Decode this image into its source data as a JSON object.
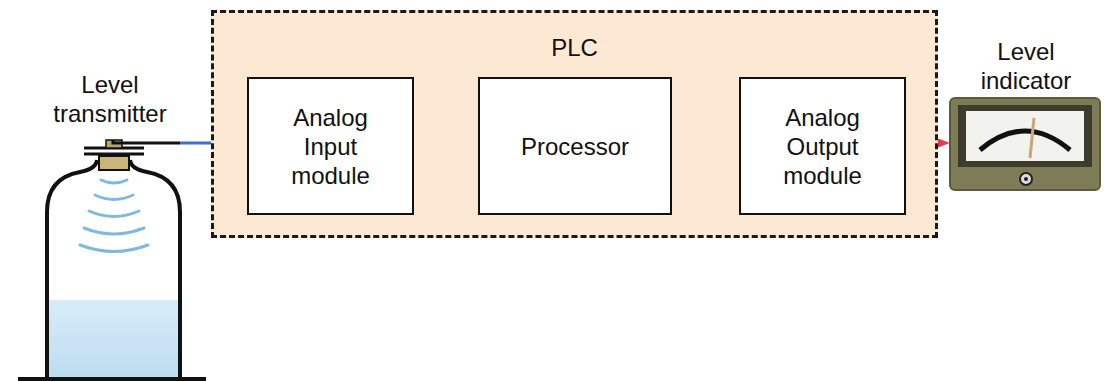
{
  "diagram": {
    "nodes": [
      {
        "text": [
          "Level transmitter"
        ]
      },
      {
        "text": [
          "PLC"
        ]
      },
      {
        "text": [
          "Analog Input module"
        ],
        "in": 1
      },
      {
        "text": [
          "Processor"
        ],
        "in": 1
      },
      {
        "text": [
          "Analog Output module"
        ],
        "in": 1
      },
      {
        "text": [
          "Level indicator"
        ]
      }
    ],
    "edges": [
      {
        "from": 0,
        "to": 2,
        "arrow": "to"
      },
      {
        "from": 2,
        "to": 3,
        "arrow": "to"
      },
      {
        "from": 3,
        "to": 4,
        "arrow": "to"
      },
      {
        "from": 4,
        "to": 5,
        "arrow": "to"
      }
    ]
  }
}
